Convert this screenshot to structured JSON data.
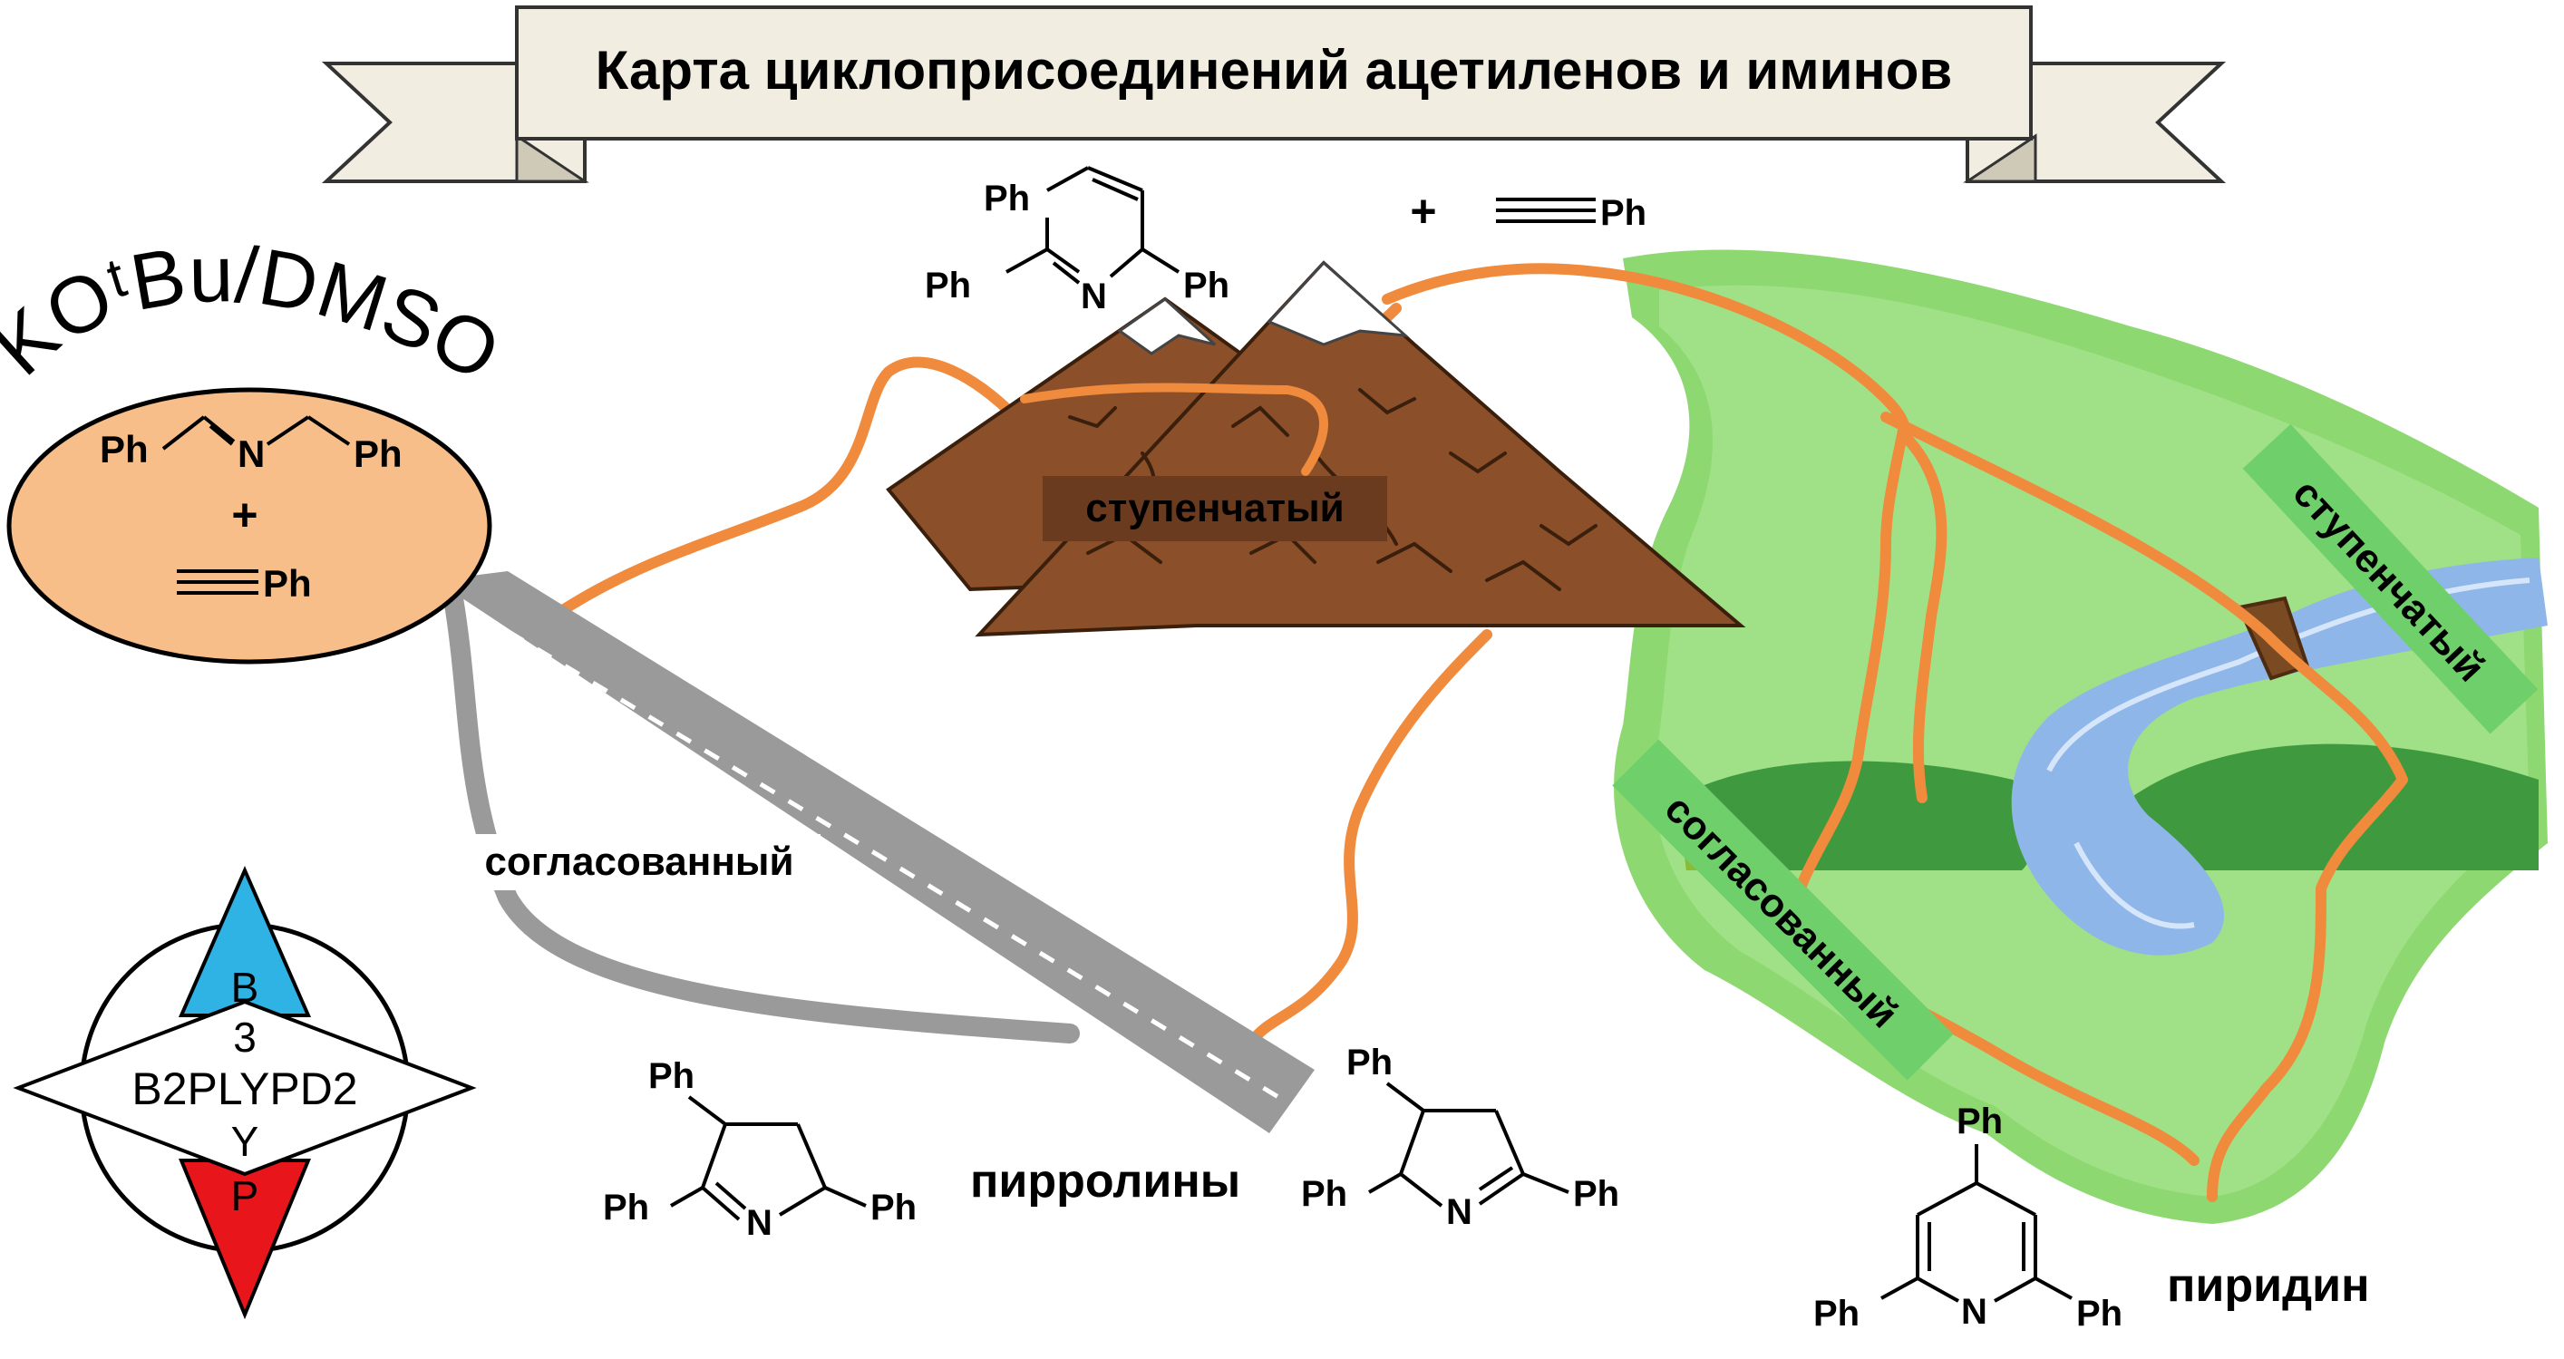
{
  "title": "Карта циклоприсоединений ацетиленов и иминов",
  "conditions": {
    "solvent_system": "KOᵗBu/DMSO"
  },
  "reactant_oval": {
    "plus": "+",
    "ph_left": "Ph",
    "n_atom": "N",
    "ph_right": "Ph",
    "alkyne_ph": "Ph"
  },
  "intermediate": {
    "ph_top": "Ph",
    "ph_left": "Ph",
    "n_atom": "N",
    "ph_right": "Ph",
    "plus": "+",
    "alkyne_ph": "Ph"
  },
  "labels": {
    "mountain_path": "ступенчатый",
    "road_path": "согласованный",
    "river_stepwise": "ступенчатый",
    "river_concerted": "согласованный",
    "pyrrolines": "пирролины",
    "pyridine": "пиридин"
  },
  "pyrroline_1": {
    "ph_top": "Ph",
    "ph_left": "Ph",
    "n_atom": "N",
    "ph_right": "Ph"
  },
  "pyrroline_2": {
    "ph_top": "Ph",
    "ph_left": "Ph",
    "n_atom": "N",
    "ph_right": "Ph"
  },
  "pyridine_product": {
    "ph_top": "Ph",
    "ph_left": "Ph",
    "n_atom": "N",
    "ph_right": "Ph"
  },
  "compass": {
    "north": "B",
    "top_digit": "3",
    "center": "B2PLYPD2",
    "bottom": "Y",
    "south": "P"
  },
  "colors": {
    "ribbon_fill": "#f1ede1",
    "oval_fill": "#f7be8a",
    "path_orange": "#f08a3c",
    "road_gray": "#9a9a9a",
    "mountain_brown": "#8b4f2a",
    "grass_green": "#8ed872",
    "river_blue": "#8fb6e8",
    "compass_blue": "#2fb2e4",
    "compass_red": "#e8161b"
  }
}
